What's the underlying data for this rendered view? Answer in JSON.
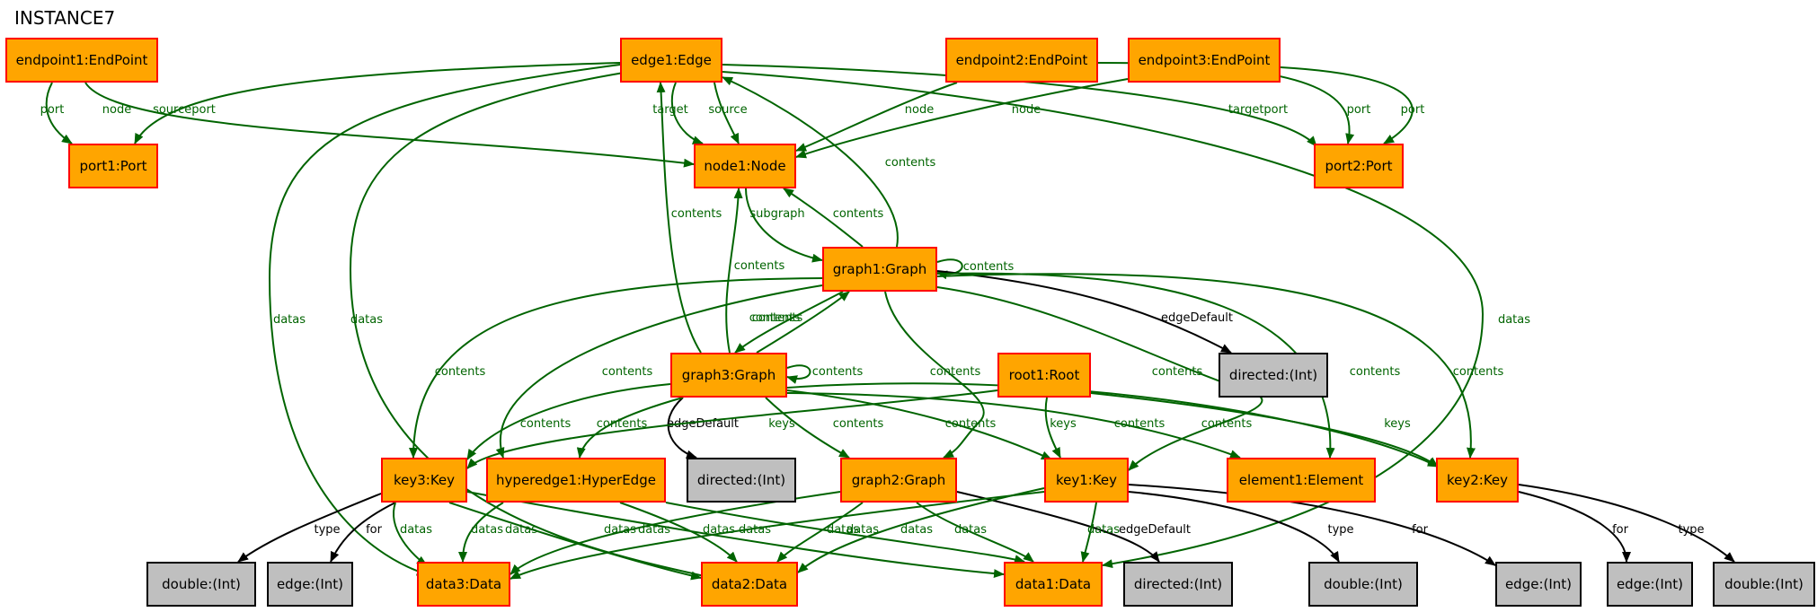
{
  "title": "INSTANCE7",
  "colors": {
    "object_fill": "#ffa500",
    "object_border": "#ff0000",
    "value_fill": "#bfbfbf",
    "value_border": "#000000",
    "containment_edge": "#006400",
    "attribute_edge": "#000000"
  },
  "nodes": {
    "endpoint1": {
      "label": "endpoint1:EndPoint",
      "kind": "object"
    },
    "edge1": {
      "label": "edge1:Edge",
      "kind": "object"
    },
    "endpoint2": {
      "label": "endpoint2:EndPoint",
      "kind": "object"
    },
    "endpoint3": {
      "label": "endpoint3:EndPoint",
      "kind": "object"
    },
    "port1": {
      "label": "port1:Port",
      "kind": "object"
    },
    "node1": {
      "label": "node1:Node",
      "kind": "object"
    },
    "port2": {
      "label": "port2:Port",
      "kind": "object"
    },
    "graph1": {
      "label": "graph1:Graph",
      "kind": "object"
    },
    "graph3": {
      "label": "graph3:Graph",
      "kind": "object"
    },
    "root1": {
      "label": "root1:Root",
      "kind": "object"
    },
    "directed1": {
      "label": "directed:(Int)",
      "kind": "value"
    },
    "key3": {
      "label": "key3:Key",
      "kind": "object"
    },
    "hyperedge1": {
      "label": "hyperedge1:HyperEdge",
      "kind": "object"
    },
    "directed2": {
      "label": "directed:(Int)",
      "kind": "value"
    },
    "graph2": {
      "label": "graph2:Graph",
      "kind": "object"
    },
    "key1": {
      "label": "key1:Key",
      "kind": "object"
    },
    "element1": {
      "label": "element1:Element",
      "kind": "object"
    },
    "key2": {
      "label": "key2:Key",
      "kind": "object"
    },
    "double1": {
      "label": "double:(Int)",
      "kind": "value"
    },
    "edgeint1": {
      "label": "edge:(Int)",
      "kind": "value"
    },
    "data3": {
      "label": "data3:Data",
      "kind": "object"
    },
    "data2": {
      "label": "data2:Data",
      "kind": "object"
    },
    "data1": {
      "label": "data1:Data",
      "kind": "object"
    },
    "directed3": {
      "label": "directed:(Int)",
      "kind": "value"
    },
    "double2": {
      "label": "double:(Int)",
      "kind": "value"
    },
    "edgeint2": {
      "label": "edge:(Int)",
      "kind": "value"
    },
    "edgeint3": {
      "label": "edge:(Int)",
      "kind": "value"
    },
    "double3": {
      "label": "double:(Int)",
      "kind": "value"
    }
  },
  "edges": [
    {
      "from": "endpoint1",
      "to": "port1",
      "label": "port",
      "kind": "containment"
    },
    {
      "from": "endpoint1",
      "to": "node1",
      "label": "node",
      "kind": "containment"
    },
    {
      "from": "edge1",
      "to": "port1",
      "label": "sourceport",
      "kind": "containment"
    },
    {
      "from": "edge1",
      "to": "node1",
      "label": "target",
      "kind": "containment"
    },
    {
      "from": "edge1",
      "to": "node1",
      "label": "source",
      "kind": "containment"
    },
    {
      "from": "edge1",
      "to": "port2",
      "label": "targetport",
      "kind": "containment"
    },
    {
      "from": "edge1",
      "to": "data3",
      "label": "datas",
      "kind": "containment"
    },
    {
      "from": "edge1",
      "to": "data2",
      "label": "datas",
      "kind": "containment"
    },
    {
      "from": "edge1",
      "to": "data1",
      "label": "datas",
      "kind": "containment"
    },
    {
      "from": "endpoint2",
      "to": "node1",
      "label": "node",
      "kind": "containment"
    },
    {
      "from": "endpoint2",
      "to": "port2",
      "label": "port",
      "kind": "containment"
    },
    {
      "from": "endpoint3",
      "to": "node1",
      "label": "node",
      "kind": "containment"
    },
    {
      "from": "endpoint3",
      "to": "port2",
      "label": "port",
      "kind": "containment"
    },
    {
      "from": "graph1",
      "to": "edge1",
      "label": "contents",
      "kind": "containment"
    },
    {
      "from": "graph1",
      "to": "node1",
      "label": "contents",
      "kind": "containment"
    },
    {
      "from": "node1",
      "to": "graph1",
      "label": "subgraph",
      "kind": "containment"
    },
    {
      "from": "graph1",
      "to": "graph1",
      "label": "contents",
      "kind": "containment"
    },
    {
      "from": "graph1",
      "to": "directed1",
      "label": "edgeDefault",
      "kind": "attribute"
    },
    {
      "from": "graph1",
      "to": "key3",
      "label": "contents",
      "kind": "containment"
    },
    {
      "from": "graph1",
      "to": "hyperedge1",
      "label": "contents",
      "kind": "containment"
    },
    {
      "from": "graph1",
      "to": "graph3",
      "label": "contents",
      "kind": "containment"
    },
    {
      "from": "graph1",
      "to": "graph2",
      "label": "contents",
      "kind": "containment"
    },
    {
      "from": "graph1",
      "to": "key1",
      "label": "contents",
      "kind": "containment"
    },
    {
      "from": "graph1",
      "to": "element1",
      "label": "contents",
      "kind": "containment"
    },
    {
      "from": "graph1",
      "to": "key2",
      "label": "contents",
      "kind": "containment"
    },
    {
      "from": "graph3",
      "to": "edge1",
      "label": "contents",
      "kind": "containment"
    },
    {
      "from": "graph3",
      "to": "node1",
      "label": "contents",
      "kind": "containment"
    },
    {
      "from": "graph3",
      "to": "graph1",
      "label": "contents",
      "kind": "containment"
    },
    {
      "from": "graph3",
      "to": "graph3",
      "label": "contents",
      "kind": "containment"
    },
    {
      "from": "graph3",
      "to": "directed2",
      "label": "edgeDefault",
      "kind": "attribute"
    },
    {
      "from": "graph3",
      "to": "key3",
      "label": "contents",
      "kind": "containment"
    },
    {
      "from": "graph3",
      "to": "hyperedge1",
      "label": "contents",
      "kind": "containment"
    },
    {
      "from": "graph3",
      "to": "graph2",
      "label": "contents",
      "kind": "containment"
    },
    {
      "from": "graph3",
      "to": "key1",
      "label": "contents",
      "kind": "containment"
    },
    {
      "from": "graph3",
      "to": "element1",
      "label": "contents",
      "kind": "containment"
    },
    {
      "from": "graph3",
      "to": "key2",
      "label": "contents",
      "kind": "containment"
    },
    {
      "from": "root1",
      "to": "key3",
      "label": "keys",
      "kind": "containment"
    },
    {
      "from": "root1",
      "to": "key1",
      "label": "keys",
      "kind": "containment"
    },
    {
      "from": "root1",
      "to": "key2",
      "label": "keys",
      "kind": "containment"
    },
    {
      "from": "key3",
      "to": "double1",
      "label": "type",
      "kind": "attribute"
    },
    {
      "from": "key3",
      "to": "edgeint1",
      "label": "for",
      "kind": "attribute"
    },
    {
      "from": "key3",
      "to": "data3",
      "label": "datas",
      "kind": "containment"
    },
    {
      "from": "key3",
      "to": "data2",
      "label": "datas",
      "kind": "containment"
    },
    {
      "from": "key3",
      "to": "data1",
      "label": "datas",
      "kind": "containment"
    },
    {
      "from": "hyperedge1",
      "to": "data3",
      "label": "datas",
      "kind": "containment"
    },
    {
      "from": "hyperedge1",
      "to": "data2",
      "label": "datas",
      "kind": "containment"
    },
    {
      "from": "hyperedge1",
      "to": "data1",
      "label": "datas",
      "kind": "containment"
    },
    {
      "from": "graph2",
      "to": "data3",
      "label": "datas",
      "kind": "containment"
    },
    {
      "from": "graph2",
      "to": "data2",
      "label": "datas",
      "kind": "containment"
    },
    {
      "from": "graph2",
      "to": "data1",
      "label": "datas",
      "kind": "containment"
    },
    {
      "from": "graph2",
      "to": "directed3",
      "label": "edgeDefault",
      "kind": "attribute"
    },
    {
      "from": "key1",
      "to": "data3",
      "label": "datas",
      "kind": "containment"
    },
    {
      "from": "key1",
      "to": "data2",
      "label": "datas",
      "kind": "containment"
    },
    {
      "from": "key1",
      "to": "data1",
      "label": "datas",
      "kind": "containment"
    },
    {
      "from": "key1",
      "to": "double2",
      "label": "type",
      "kind": "attribute"
    },
    {
      "from": "key1",
      "to": "edgeint2",
      "label": "for",
      "kind": "attribute"
    },
    {
      "from": "key2",
      "to": "edgeint3",
      "label": "for",
      "kind": "attribute"
    },
    {
      "from": "key2",
      "to": "double3",
      "label": "type",
      "kind": "attribute"
    }
  ]
}
